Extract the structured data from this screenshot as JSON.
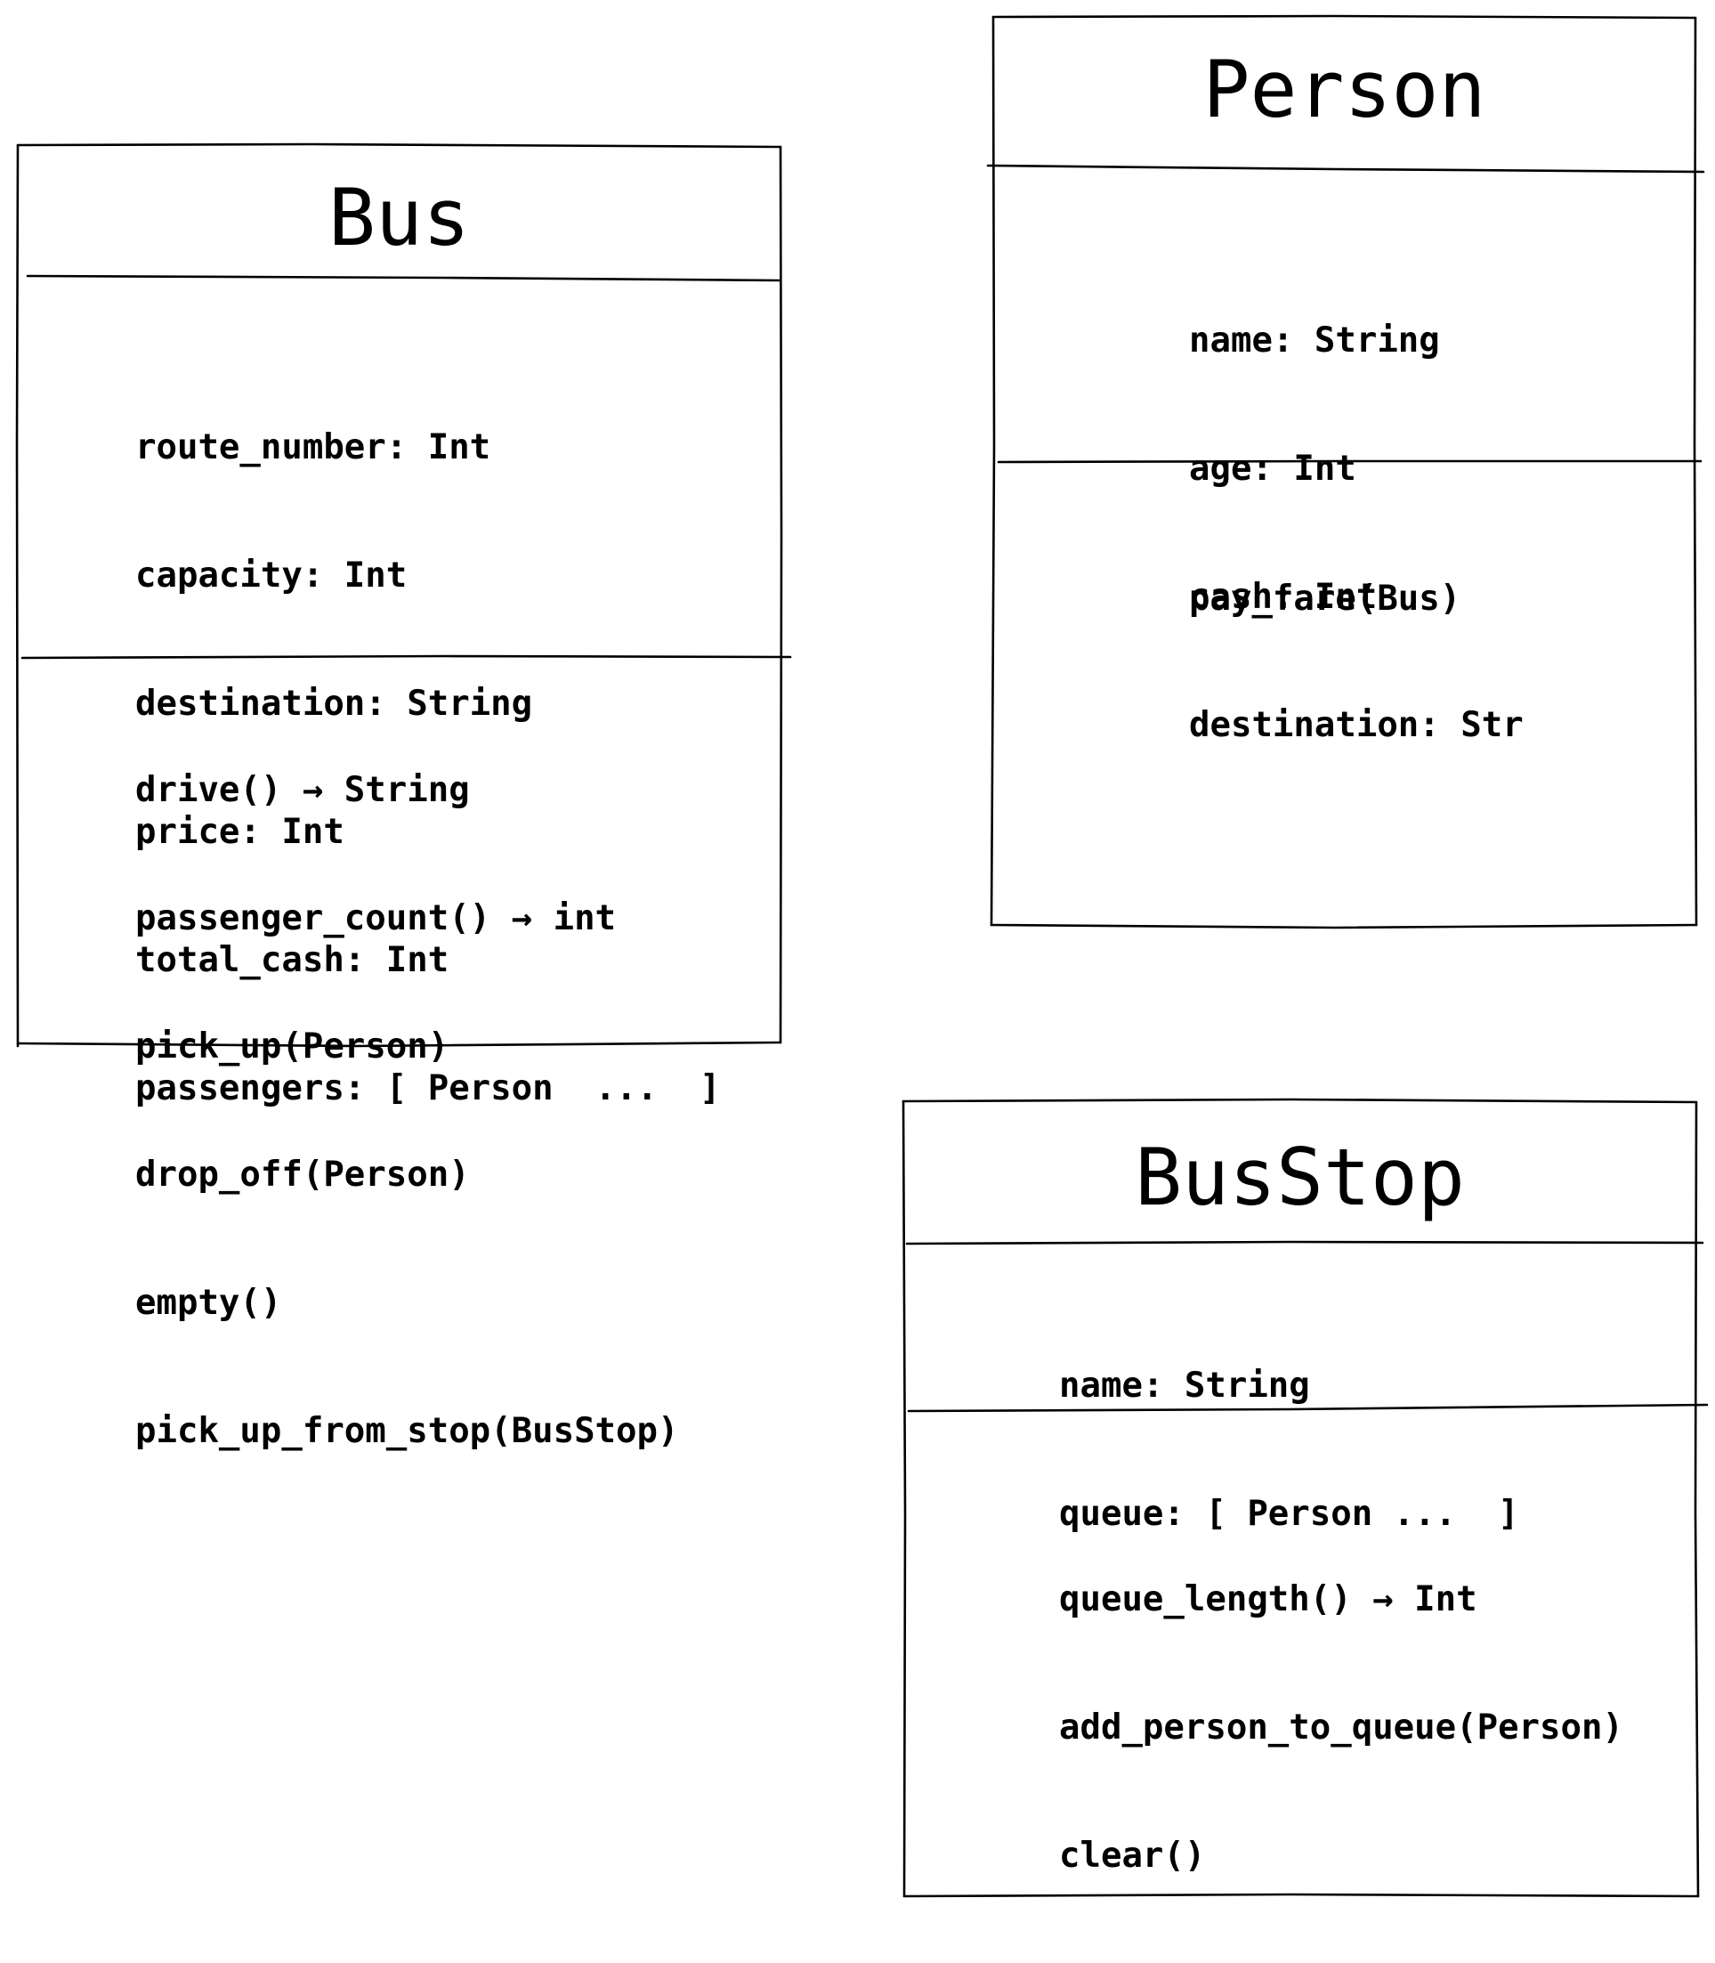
{
  "diagram": {
    "classes": [
      {
        "id": "bus",
        "name": "Bus",
        "attributes": [
          "route_number: Int",
          "capacity: Int",
          "destination: String",
          "price: Int",
          "total_cash: Int",
          "passengers: [ Person  ...  ]"
        ],
        "methods": [
          "drive() → String",
          "passenger_count() → int",
          "pick_up(Person)",
          "drop_off(Person)",
          "empty()",
          "pick_up_from_stop(BusStop)"
        ]
      },
      {
        "id": "person",
        "name": "Person",
        "attributes": [
          "name: String",
          "age: Int",
          "cash: Int",
          "destination: Str"
        ],
        "methods": [
          "pay_fare(Bus)"
        ]
      },
      {
        "id": "busstop",
        "name": "BusStop",
        "attributes": [
          "name: String",
          "queue: [ Person ...  ]"
        ],
        "methods": [
          "queue_length() → Int",
          "add_person_to_queue(Person)",
          "clear()"
        ]
      }
    ]
  }
}
